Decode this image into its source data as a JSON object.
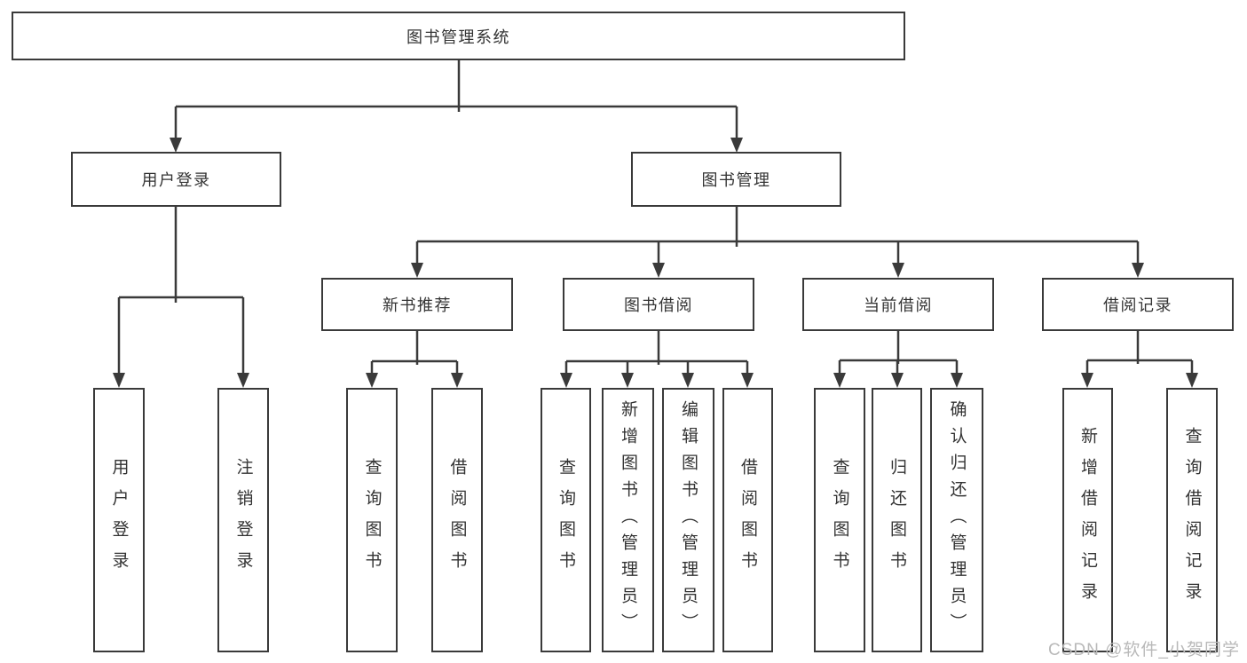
{
  "diagram": {
    "title": "图书管理系统",
    "branches": [
      {
        "label": "用户登录",
        "children": [
          {
            "label": "用户登录"
          },
          {
            "label": "注销登录"
          }
        ]
      },
      {
        "label": "图书管理",
        "children": [
          {
            "label": "新书推荐",
            "children": [
              {
                "label": "查询图书"
              },
              {
                "label": "借阅图书"
              }
            ]
          },
          {
            "label": "图书借阅",
            "children": [
              {
                "label": "查询图书"
              },
              {
                "label": "新增图书（管理员）"
              },
              {
                "label": "编辑图书（管理员）"
              },
              {
                "label": "借阅图书"
              }
            ]
          },
          {
            "label": "当前借阅",
            "children": [
              {
                "label": "查询图书"
              },
              {
                "label": "归还图书"
              },
              {
                "label": "确认归还（管理员）"
              }
            ]
          },
          {
            "label": "借阅记录",
            "children": [
              {
                "label": "新增借阅记录"
              },
              {
                "label": "查询借阅记录"
              }
            ]
          }
        ]
      }
    ]
  },
  "watermark": "CSDN @软件_小贺同学",
  "theme": {
    "background": "#ffffff",
    "box_border": "#3a3a3a",
    "box_fill": "#ffffff",
    "text": "#333333",
    "connector": "#3a3a3a",
    "watermark_text": "#b9b9b9"
  }
}
